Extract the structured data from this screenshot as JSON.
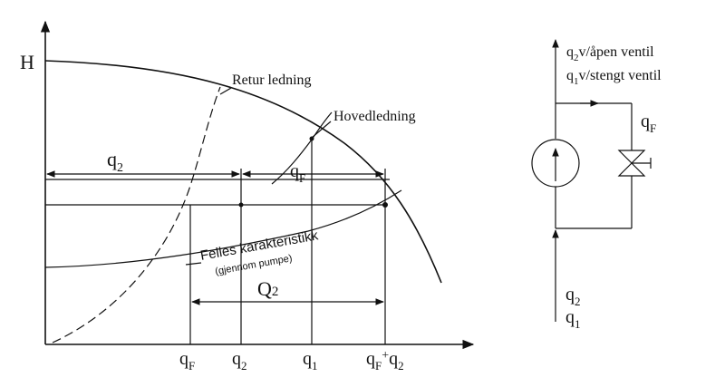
{
  "chart": {
    "y_axis_label": "H",
    "labels": {
      "retur": "Retur ledning",
      "hoved": "Hovedledning",
      "felles_line1": "Felles karakteristikk",
      "felles_line2": "(gjennom pumpe)"
    },
    "dims": {
      "q2_base": "q",
      "q2_sub": "2",
      "qF_base": "q",
      "qF_sub": "F",
      "Q2_base": "Q",
      "Q2_sub": "2"
    },
    "ticks": [
      {
        "base": "q",
        "sub": "F"
      },
      {
        "base": "q",
        "sub": "2"
      },
      {
        "base": "q",
        "sub": "1"
      },
      {
        "base": "q",
        "sub": "F",
        "plus": "+",
        "base2": "q",
        "sub2": "2"
      }
    ]
  },
  "schematic": {
    "top1_base": "q",
    "top1_sub": "2",
    "top1_rest": "v/åpen ventil",
    "top2_base": "q",
    "top2_sub": "1",
    "top2_rest": "v/stengt ventil",
    "valve_base": "q",
    "valve_sub": "F",
    "bottom1_base": "q",
    "bottom1_sub": "2",
    "bottom2_base": "q",
    "bottom2_sub": "1"
  },
  "colors": {
    "ink": "#111111",
    "background": "#ffffff"
  }
}
